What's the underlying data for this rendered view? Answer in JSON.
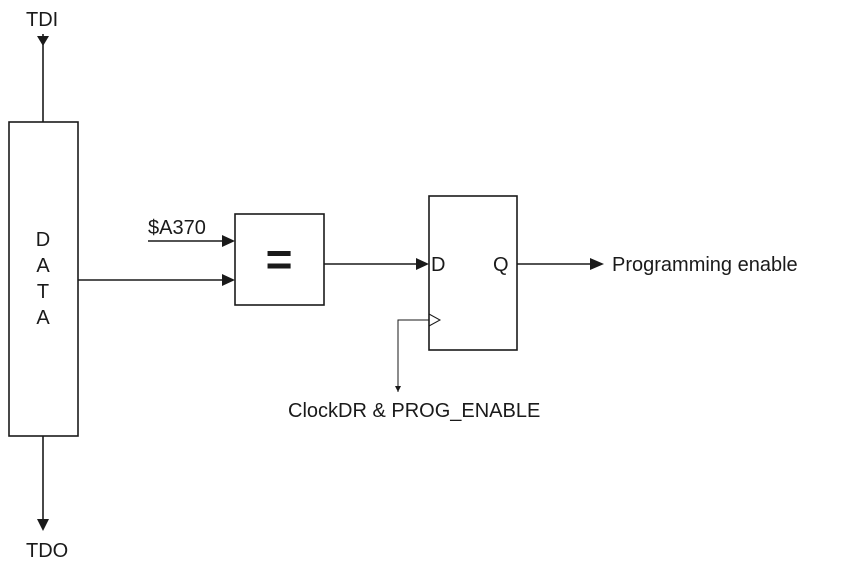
{
  "signals": {
    "tdi": "TDI",
    "tdo": "TDO",
    "constant": "$A370",
    "output": "Programming enable",
    "clock": "ClockDR & PROG_ENABLE"
  },
  "data_register": {
    "letters": [
      "D",
      "A",
      "T",
      "A"
    ]
  },
  "comparator": {
    "symbol": "="
  },
  "flip_flop": {
    "d_label": "D",
    "q_label": "Q"
  }
}
